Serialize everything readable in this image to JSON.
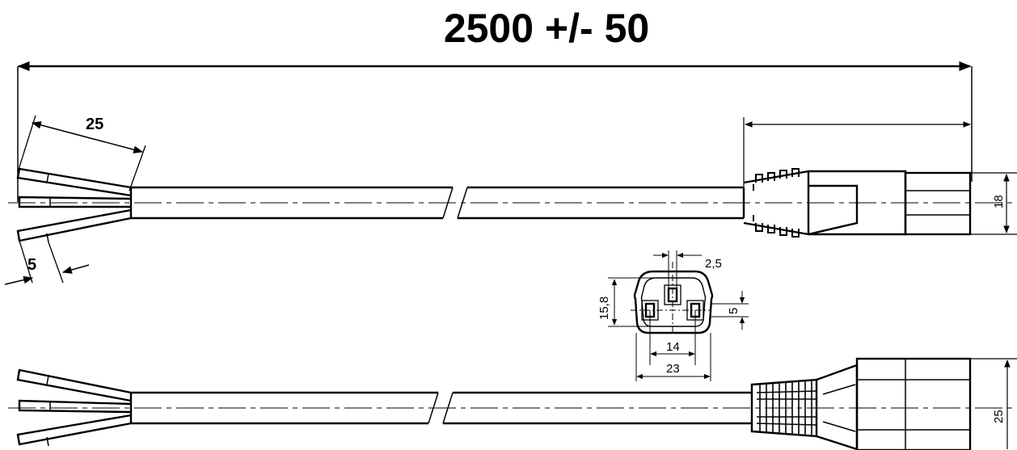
{
  "title": "2500 +/- 50",
  "dimensions": {
    "strip_length": "25",
    "wire_end": "5",
    "connector_height_top": "18",
    "connector_height_bottom": "25",
    "pin_width": "2,5",
    "socket_height": "15,8",
    "pin_spacing_vertical": "5",
    "pin_spacing_horizontal": "14",
    "socket_width": "23"
  }
}
